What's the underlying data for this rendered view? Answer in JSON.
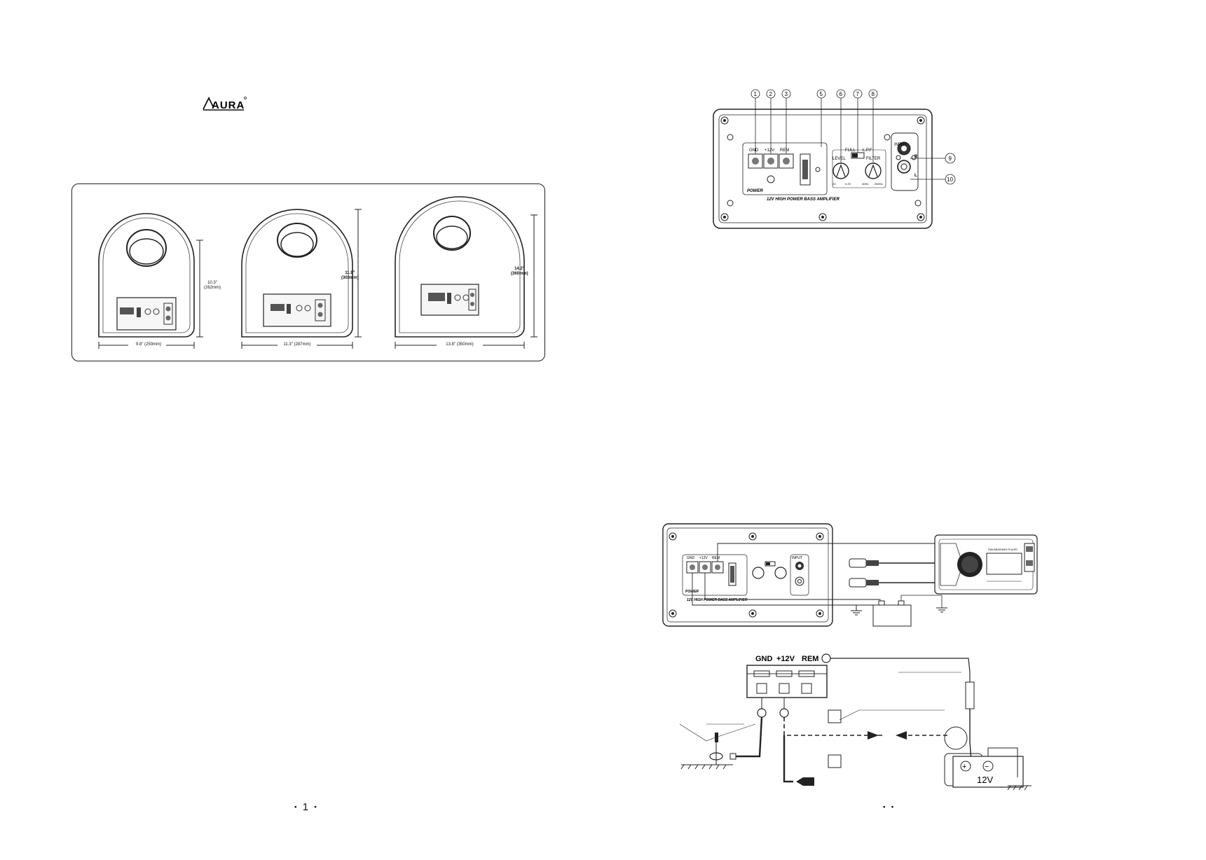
{
  "brand": {
    "logo_text": "AURA"
  },
  "dimensions": {
    "small": {
      "height_label": "10.3\"",
      "height_metric": "(262mm)",
      "width_label": "9.8\" (250mm)"
    },
    "medium": {
      "height_label": "11.9\"",
      "height_metric": "(303mm)",
      "width_label": "11.3\" (287mm)"
    },
    "large": {
      "height_label": "14.2\"",
      "height_metric": "(360mm)",
      "width_label": "13.8\" (350mm)"
    }
  },
  "panel": {
    "callouts": [
      "1",
      "2",
      "3",
      "5",
      "6",
      "7",
      "8",
      "9",
      "10"
    ],
    "terminals": [
      "GND",
      "+12V",
      "REM"
    ],
    "power_label": "POWER",
    "switch_left": "FULL",
    "switch_right": "L.P.F",
    "level_label": "LEVEL",
    "filter_label": "FILTER",
    "level_min": "2V",
    "level_max": "0.2V",
    "filter_min": "40Hz",
    "filter_max": "250Hz",
    "input_label": "INPUT",
    "input_r": "R",
    "input_l": "L",
    "model_text": "12V HIGH POWER BASS AMPLIFIER"
  },
  "headunit": {
    "display_text": "FM/USB/SD/MP3 PLAYER"
  },
  "wiring": {
    "terminals": [
      "GND",
      "+12V",
      "REM"
    ],
    "battery_label": "12V",
    "battery_plus": "+",
    "battery_minus": "−"
  },
  "footer": {
    "left_page": "1",
    "right_page": ""
  }
}
